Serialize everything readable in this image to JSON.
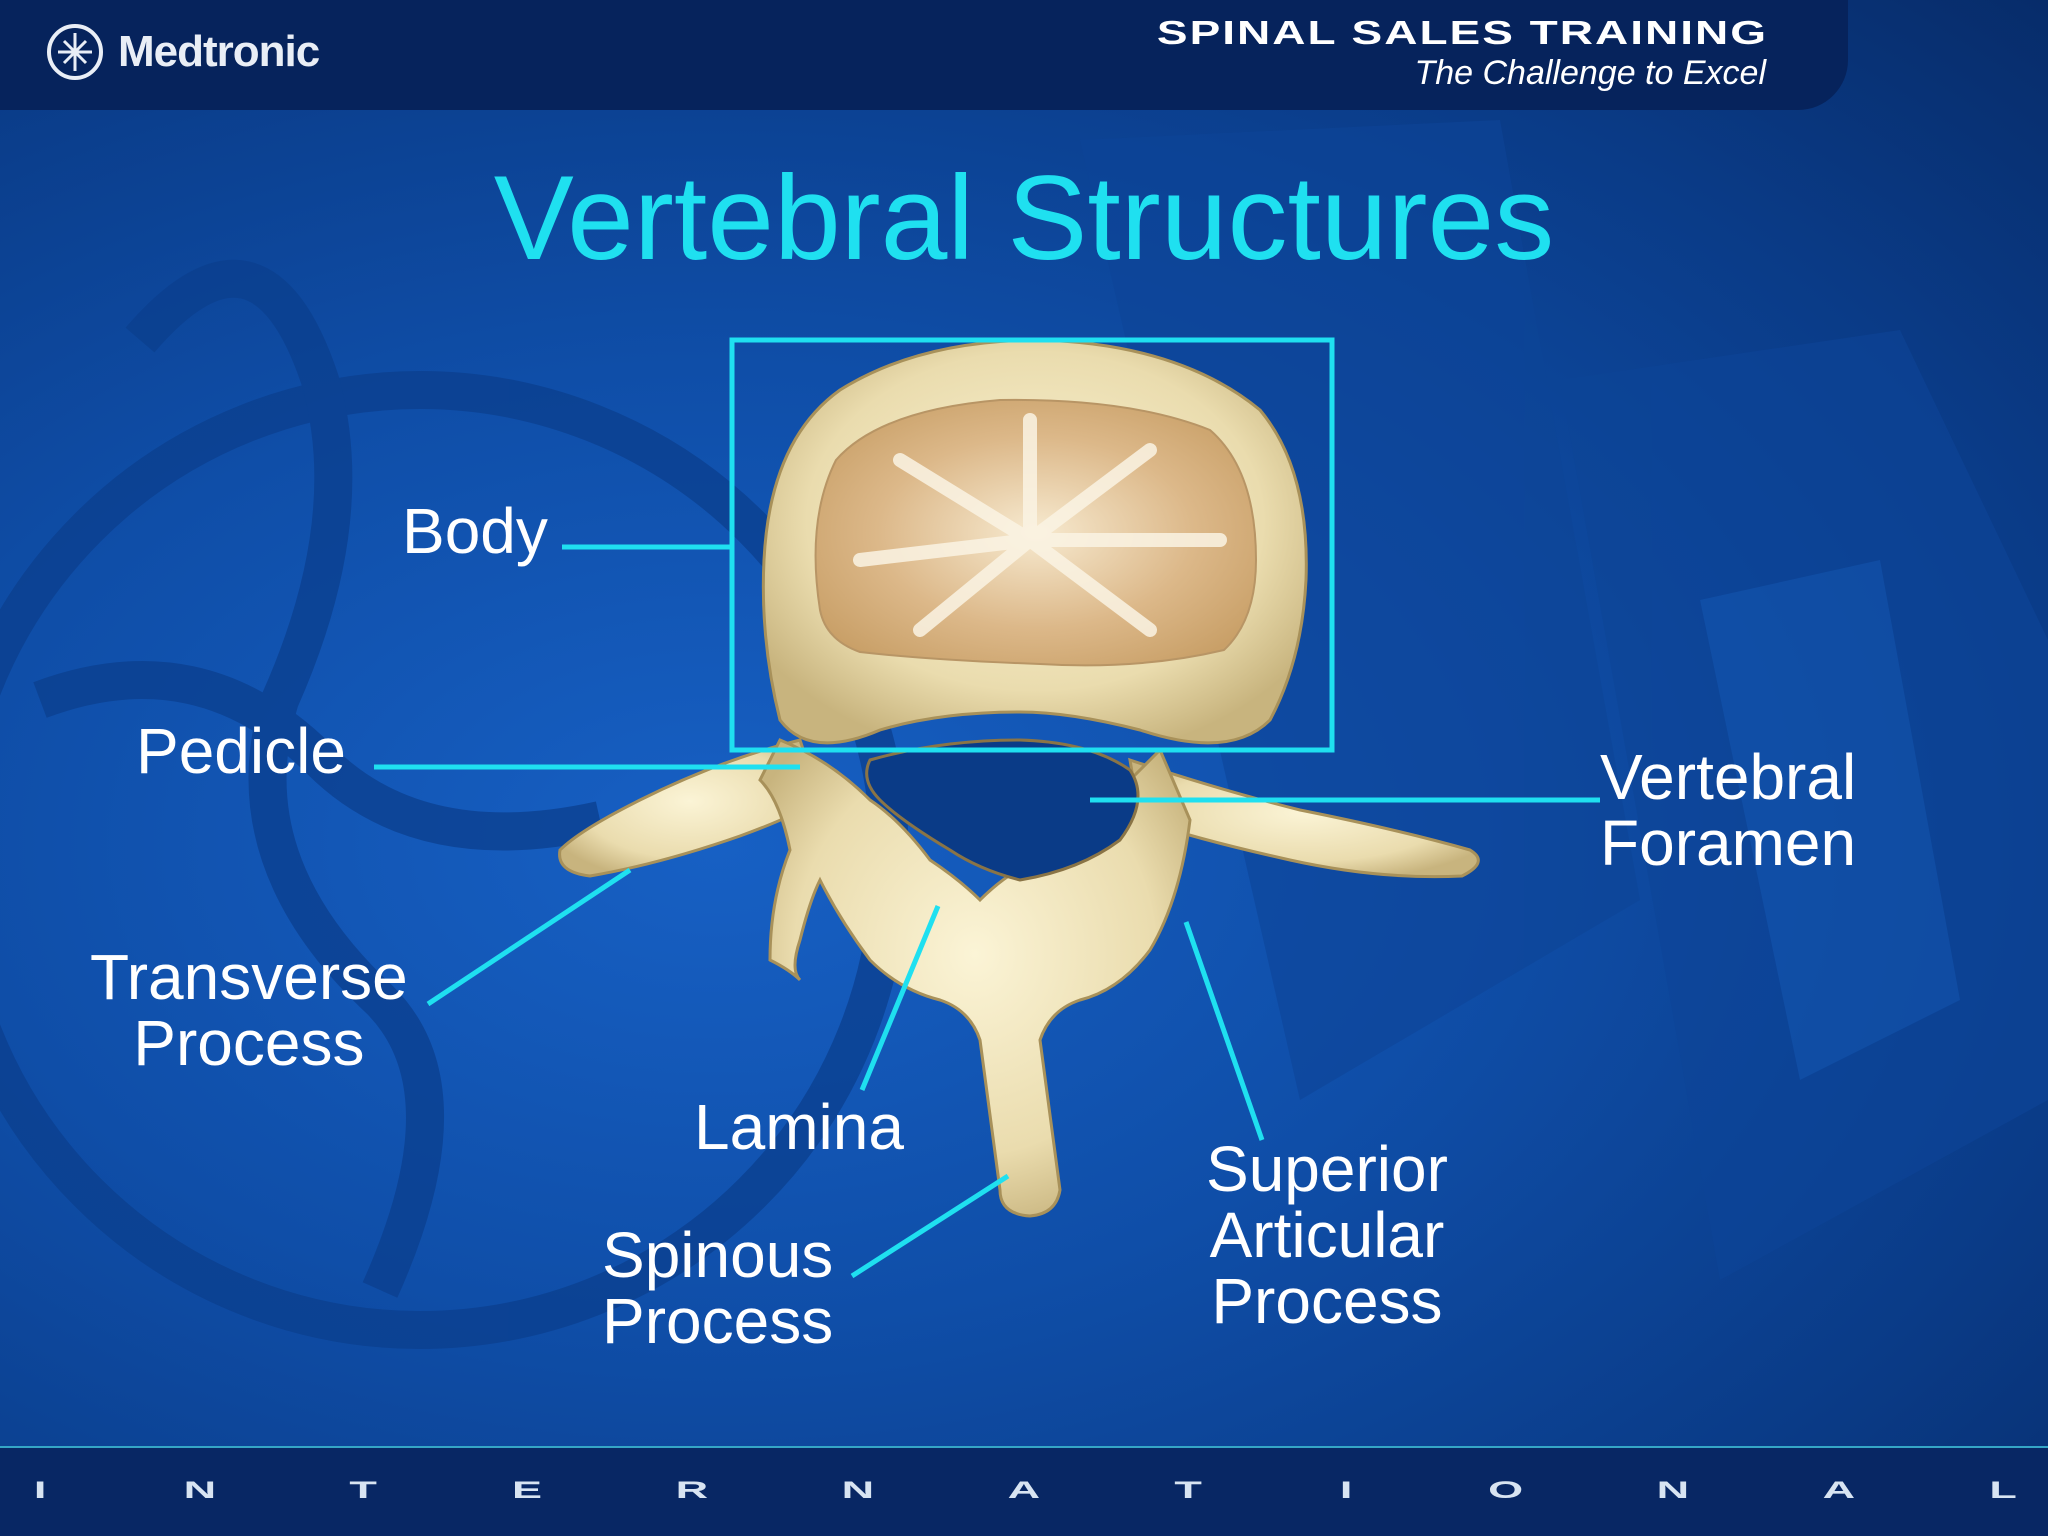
{
  "header": {
    "brand": "Medtronic",
    "title": "SPINAL SALES TRAINING",
    "subtitle": "The Challenge to Excel"
  },
  "slide_title": "Vertebral Structures",
  "labels": {
    "body": "Body",
    "pedicle": "Pedicle",
    "vertebral_foramen": [
      "Vertebral",
      "Foramen"
    ],
    "transverse_process": [
      "Transverse",
      "Process"
    ],
    "lamina": "Lamina",
    "spinous_process": [
      "Spinous",
      "Process"
    ],
    "superior_articular_process": [
      "Superior",
      "Articular",
      "Process"
    ]
  },
  "footer": {
    "letters": [
      "I",
      "N",
      "T",
      "E",
      "R",
      "N",
      "A",
      "T",
      "I",
      "O",
      "N",
      "A",
      "L"
    ]
  },
  "colors": {
    "accent": "#1fe0f0",
    "header_bg": "#06235c",
    "background": "#0f4ea8",
    "bone": "#efe3b8"
  }
}
